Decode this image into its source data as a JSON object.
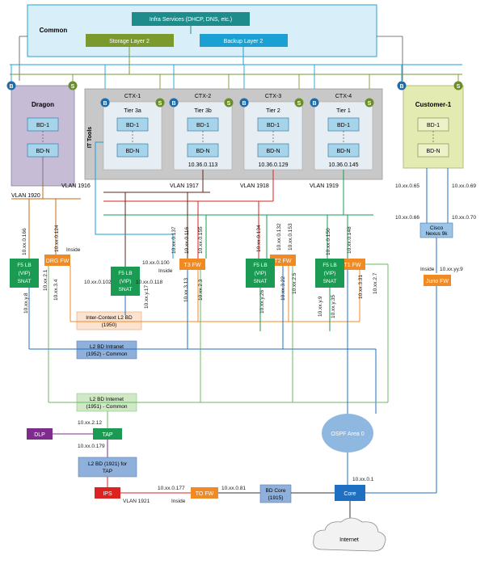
{
  "common": {
    "label": "Common",
    "infra": "Infra Services (DHCP, DNS, etc.)",
    "storage": "Storage Layer 2",
    "backup": "Backup Layer 2"
  },
  "badges": {
    "b": "B",
    "s": "S"
  },
  "tenants": {
    "dragon": {
      "title": "Dragon",
      "bd1": "BD-1",
      "bdn": "BD-N",
      "vlan": "VLAN 1920"
    },
    "it_tools": "IT Tools",
    "vlan_1916": "VLAN 1916",
    "ctx": [
      {
        "name": "CTX-1",
        "tier": "Tier 3a",
        "bd1": "BD-1",
        "bdn": "BD-N",
        "ip": "",
        "vlan": ""
      },
      {
        "name": "CTX-2",
        "tier": "Tier 3b",
        "bd1": "BD-1",
        "bdn": "BD-N",
        "ip": "10.36.0.113",
        "vlan": "VLAN 1917"
      },
      {
        "name": "CTX-3",
        "tier": "Tier 2",
        "bd1": "BD-1",
        "bdn": "BD-N",
        "ip": "10.36.0.129",
        "vlan": "VLAN 1918"
      },
      {
        "name": "CTX-4",
        "tier": "Tier 1",
        "bd1": "BD-1",
        "bdn": "BD-N",
        "ip": "10.36.0.145",
        "vlan": "VLAN 1919"
      }
    ],
    "customer": {
      "title": "Customer-1",
      "bd1": "BD-1",
      "bdn": "BD-N"
    }
  },
  "devices": {
    "drg_fw": "DRG FW",
    "t3_fw": "T3 FW",
    "t2_fw": "T2 FW",
    "t1_fw": "T1 FW",
    "f5": [
      "F5 LB",
      "(VIP)",
      "SNAT"
    ],
    "nexus": [
      "Cisco",
      "Nexus 9k"
    ],
    "juno": "Juno FW",
    "dlp": "DLP",
    "tap": "TAP",
    "ips": "IPS",
    "to_fw": "TO FW",
    "bd_core": [
      "BD Core",
      "(1915)"
    ],
    "core": "Core",
    "ospf": "OSPF Area 0",
    "internet": "Internet",
    "l2_tap": [
      "L2 BD (1921) for",
      "TAP"
    ]
  },
  "bds": {
    "inter_context": [
      "Inter-Context L2 BD",
      "(1950)"
    ],
    "intranet": [
      "L2 BD Intranet",
      "(1952) - Common"
    ],
    "internet": [
      "L2 BD Internet",
      "(1951) - Common"
    ]
  },
  "addresses": {
    "drg_166": "10.xx.0.166",
    "drg_124": "10.xx.0.124",
    "drg_21": "10.xx.2.1",
    "drg_34": "10.xx.3.4",
    "drg_y8": "10.xx.y.8",
    "inside": "Inside",
    "t3_137": "10.xx.0.137",
    "t3_116": "10.xx.0.116",
    "t3_155": "10.xx.0.155",
    "t3_100": "10.xx.0.100",
    "t3_102": "10.xx.0.102",
    "t3_118": "10.xx.0.118",
    "t3_y17": "10.xx.y.17",
    "t3_313": "10.xx.3.13",
    "t3_23": "10.xx.2.3",
    "t2_134": "10.xx.0.134",
    "t2_132": "10.xx.0.132",
    "t2_153": "10.xx.0.153",
    "t2_y26": "10.xx.y.26",
    "t2_322": "10.xx.3.22",
    "t2_25": "10.xx.2.5",
    "t1_148": "10.xx.0.148",
    "t1_150": "10.xx.0.150",
    "t1_y9": "10.xx.y.9",
    "t1_y35": "10.xx.y.35",
    "t1_331": "10.xx.3.31",
    "t1_27": "10.xx.2.7",
    "cust_65": "10.xx.0.65",
    "cust_69": "10.xx.0.69",
    "cust_66": "10.xx.0.66",
    "cust_70": "10.xx.0.70",
    "juno_yy9": "10.xx.yy.9",
    "tap_212": "10.xx.2.12",
    "tap_179": "10.xx.0.179",
    "vlan_1921": "VLAN 1921",
    "to_177": "10.xx.0.177",
    "to_81": "10.xx.0.81",
    "core_1": "10.xx.0.1"
  },
  "colors": {
    "common_fill": "#d8eef8",
    "common_border": "#2aa3d3",
    "teal": "#1f8c8c",
    "olive": "#7a9a2e",
    "cyan": "#1aa0d2",
    "dragon_fill": "#c6bcd6",
    "gray": "#c8c8c8",
    "bd": "#a6d4ea",
    "customer_fill": "#e4ebb2",
    "customer_bd": "#eef2c8",
    "orange": "#f08a24",
    "green": "#1a9a52",
    "blue": "#1f6fc2",
    "red": "#dd2222",
    "purple": "#7e2c8c",
    "brown": "#5a2a1a",
    "ospf": "#8fb8e0",
    "intranet": "#8eb0da",
    "internet_bd": "#cfe8c6",
    "inter_bd": "#fbe3d0"
  }
}
